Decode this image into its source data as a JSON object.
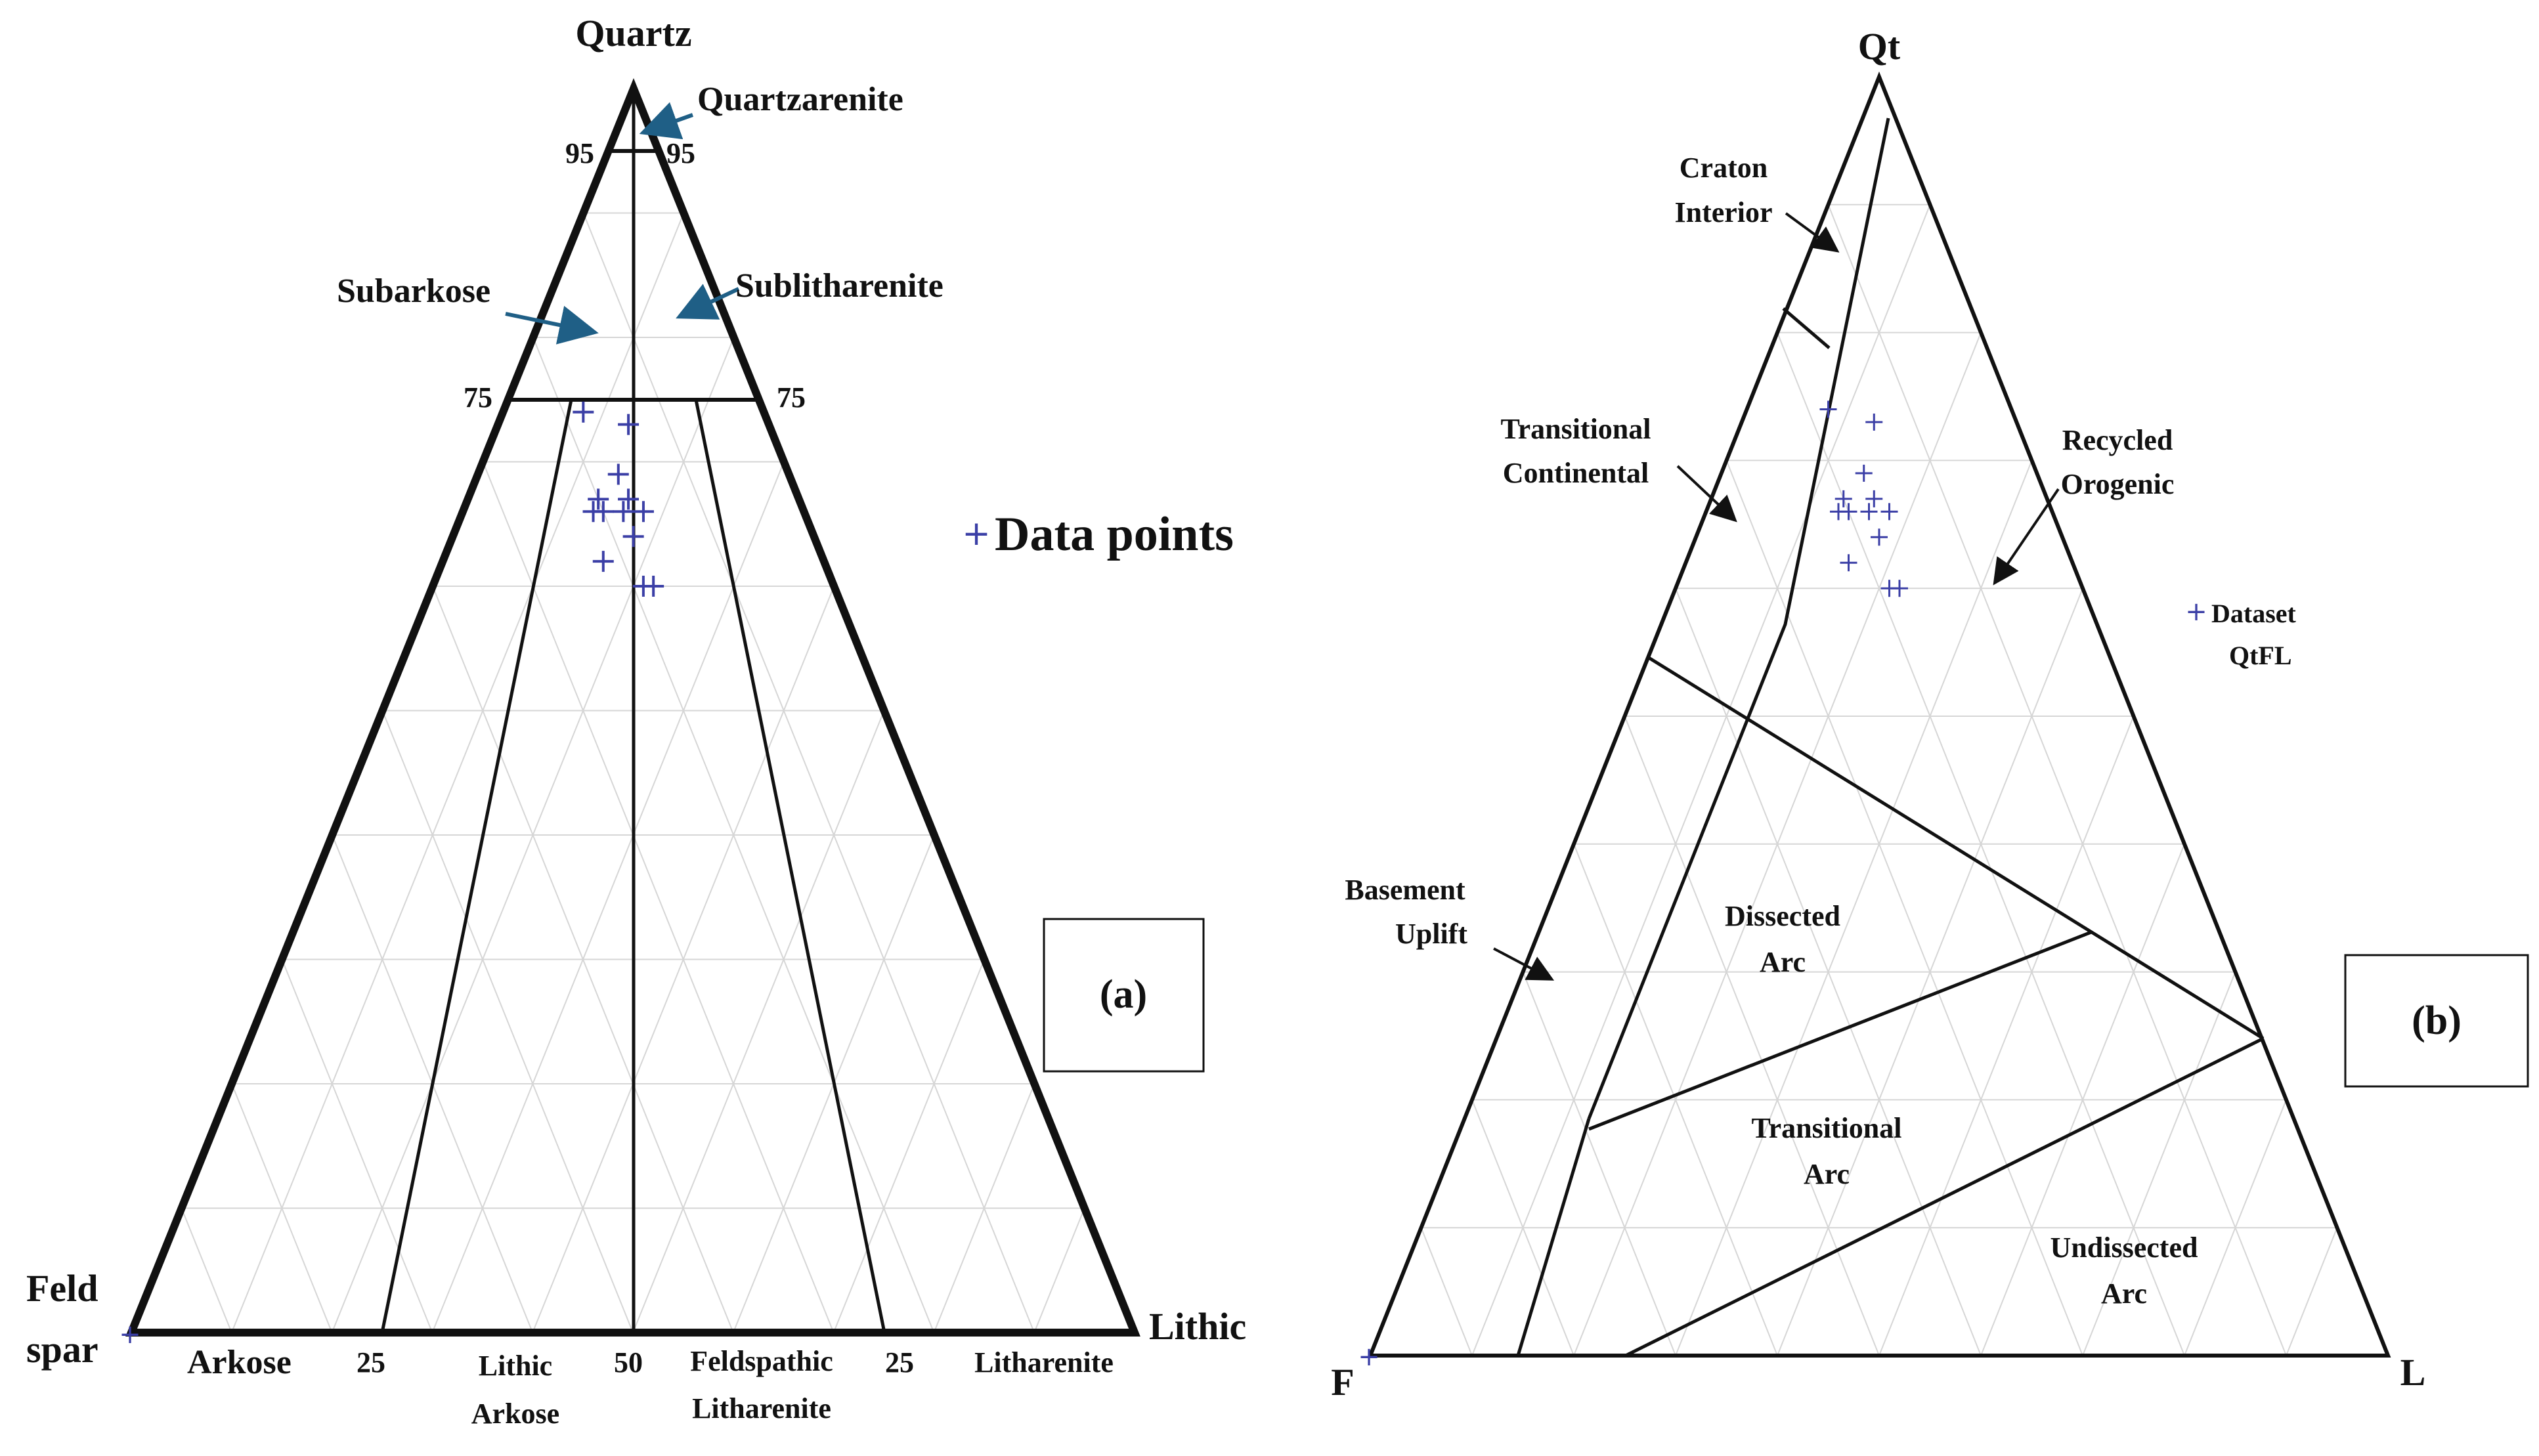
{
  "panel_a": {
    "apex_labels": {
      "top": "Quartz",
      "left_line1": "Feld",
      "left_line2": "spar",
      "right": "Lithic"
    },
    "tick_labels": {
      "left_95": "95",
      "right_95": "95",
      "left_75": "75",
      "right_75": "75",
      "base_25_left": "25",
      "base_50": "50",
      "base_25_right": "25"
    },
    "field_labels": {
      "quartzarenite": "Quartzarenite",
      "subarkose": "Subarkose",
      "sublitharenite": "Sublitharenite",
      "arkose": "Arkose",
      "lithic_arkose_1": "Lithic",
      "lithic_arkose_2": "Arkose",
      "feldspathic_litharenite_1": "Feldspathic",
      "feldspathic_litharenite_2": "Litharenite",
      "litharenite": "Litharenite"
    },
    "legend": {
      "symbol": "+",
      "label": "Data points"
    },
    "panel_label": "(a)"
  },
  "panel_b": {
    "apex_labels": {
      "top": "Qt",
      "left": "F",
      "right": "L"
    },
    "field_labels": {
      "craton_interior_1": "Craton",
      "craton_interior_2": "Interior",
      "transitional_continental_1": "Transitional",
      "transitional_continental_2": "Continental",
      "recycled_orogenic_1": "Recycled",
      "recycled_orogenic_2": "Orogenic",
      "basement_uplift_1": "Basement",
      "basement_uplift_2": "Uplift",
      "dissected_arc_1": "Dissected",
      "dissected_arc_2": "Arc",
      "transitional_arc_1": "Transitional",
      "transitional_arc_2": "Arc",
      "undissected_arc_1": "Undissected",
      "undissected_arc_2": "Arc"
    },
    "legend": {
      "symbol": "+",
      "label_line1": "Dataset",
      "label_line2": "QtFL"
    },
    "panel_label": "(b)"
  },
  "colors": {
    "data_marker": "#3b3fa6",
    "arrow": "#1f5f86",
    "grid": "#d6d6d6",
    "frame": "#111111"
  },
  "chart_data": [
    {
      "type": "scatter",
      "diagram": "ternary",
      "title": "",
      "components": [
        "Quartz",
        "Feldspar",
        "Lithic"
      ],
      "grid": true,
      "points_qfl": [
        [
          74,
          18,
          8
        ],
        [
          73,
          14,
          13
        ],
        [
          69,
          17,
          14
        ],
        [
          67,
          20,
          13
        ],
        [
          67,
          17,
          16
        ],
        [
          66,
          18,
          16
        ],
        [
          66,
          20,
          14
        ],
        [
          66,
          21,
          13
        ],
        [
          66,
          16,
          18
        ],
        [
          64,
          18,
          18
        ],
        [
          62,
          22,
          16
        ],
        [
          60,
          19,
          21
        ],
        [
          60,
          18,
          22
        ]
      ]
    },
    {
      "type": "scatter",
      "diagram": "ternary",
      "title": "",
      "components": [
        "Qt",
        "F",
        "L"
      ],
      "grid": true,
      "points_qfl": [
        [
          74,
          18,
          8
        ],
        [
          73,
          14,
          13
        ],
        [
          69,
          17,
          14
        ],
        [
          67,
          20,
          13
        ],
        [
          67,
          17,
          16
        ],
        [
          66,
          18,
          16
        ],
        [
          66,
          20,
          14
        ],
        [
          66,
          21,
          13
        ],
        [
          66,
          16,
          18
        ],
        [
          64,
          18,
          18
        ],
        [
          62,
          22,
          16
        ],
        [
          60,
          19,
          21
        ],
        [
          60,
          18,
          22
        ]
      ]
    }
  ]
}
